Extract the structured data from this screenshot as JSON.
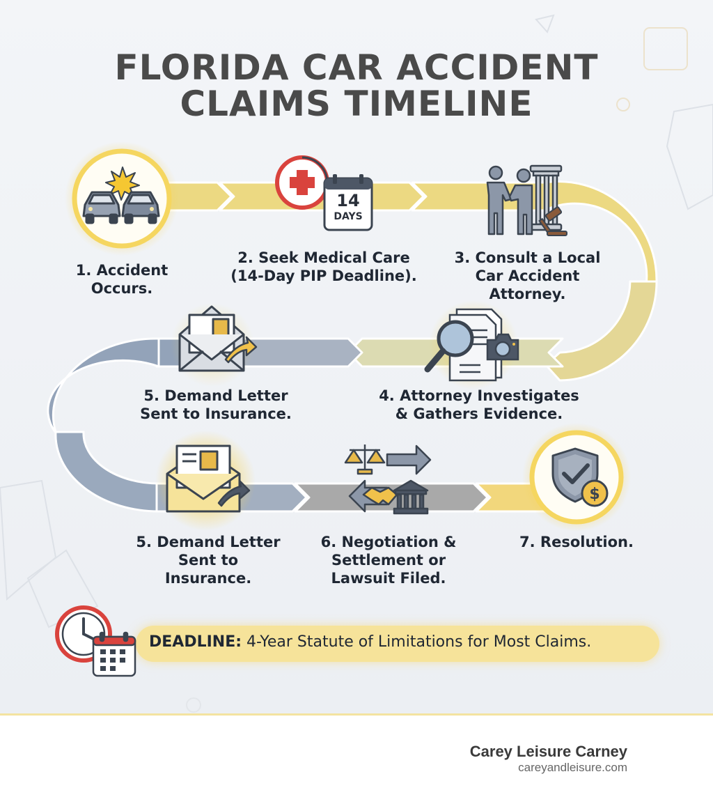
{
  "title": {
    "line1": "FLORIDA CAR ACCIDENT",
    "line2": "CLAIMS TIMELINE"
  },
  "steps": [
    {
      "line1": "1. Accident",
      "line2": "Occurs.",
      "line3": ""
    },
    {
      "line1": "2. Seek Medical Care",
      "line2": "(14-Day PIP Deadline).",
      "line3": ""
    },
    {
      "line1": "3. Consult a Local",
      "line2": "Car Accident",
      "line3": "Attorney."
    },
    {
      "line1": "4. Attorney Investigates",
      "line2": "& Gathers Evidence.",
      "line3": ""
    },
    {
      "line1": "5. Demand Letter",
      "line2": "Sent to Insurance.",
      "line3": ""
    },
    {
      "line1": "5. Demand Letter",
      "line2": "Sent to",
      "line3": "Insurance."
    },
    {
      "line1": "6. Negotiation &",
      "line2": "Settlement or",
      "line3": "Lawsuit Filed."
    },
    {
      "line1": "7. Resolution.",
      "line2": "",
      "line3": ""
    }
  ],
  "calendar_badge": {
    "number": "14",
    "unit": "DAYS"
  },
  "deadline": {
    "label": "DEADLINE:",
    "text": "4-Year Statute of Limitations for Most Claims."
  },
  "footer": {
    "brand": "Carey Leisure Carney",
    "url": "careyandleisure.com"
  },
  "colors": {
    "yellow_path": "#ecd982",
    "blue_path": "#93a3b9",
    "gray_path": "#a9a9a9",
    "highlight_glow": "#f7d354",
    "medical_red": "#d9433d",
    "title_gray": "#4a4a4a"
  },
  "icons": [
    "car-crash-icon",
    "medical-cross-icon",
    "calendar-icon",
    "handshake-attorney-icon",
    "evidence-magnifier-icon",
    "camera-icon",
    "envelope-letter-icon",
    "scales-of-justice-icon",
    "handshake-icon",
    "courthouse-icon",
    "shield-check-dollar-icon",
    "clock-icon"
  ]
}
